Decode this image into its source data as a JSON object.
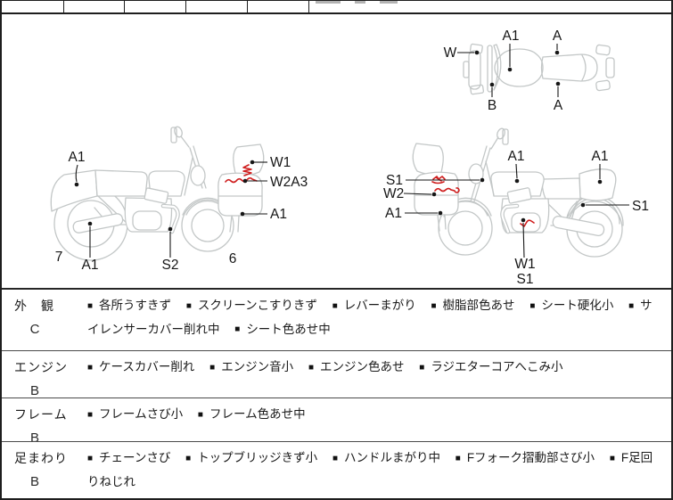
{
  "sheet": {
    "type_hint": "motorcycle condition report",
    "colors": {
      "line_art": "#c3c7c7",
      "label_text": "#161616",
      "damage_marks": "#cf1d1d",
      "borders": "#1e1e1e"
    }
  },
  "diagram": {
    "top_view": {
      "w": "W",
      "a1_tank": "A1",
      "a_seat_top": "A",
      "b_front": "B",
      "a_seat_bottom": "A"
    },
    "left_view": {
      "a1_rear_cowl": "A1",
      "num_7": "7",
      "a1_muffler": "A1",
      "s2_engine": "S2",
      "num_6": "6",
      "w1_screen": "W1",
      "w2a3_screen": "W2A3",
      "a1_front_cowl": "A1"
    },
    "right_view": {
      "s1_screen": "S1",
      "w2_cowl": "W2",
      "a1_front_cowl": "A1",
      "a1_tank": "A1",
      "a1_rear_cowl": "A1",
      "s1_rear": "S1",
      "w1_engine": "W1",
      "s1_engine": "S1"
    }
  },
  "condition_rows": [
    {
      "category": "外　観",
      "grade": "C",
      "items": [
        "各所うすきず",
        "スクリーンこすりきず",
        "レバーまがり",
        "樹脂部色あせ",
        "シート硬化小",
        "サイレンサーカバー削れ中",
        "シート色あせ中"
      ]
    },
    {
      "category": "エンジン",
      "grade": "B",
      "items": [
        "ケースカバー削れ",
        "エンジン音小",
        "エンジン色あせ",
        "ラジエターコアへこみ小"
      ]
    },
    {
      "category": "フレーム",
      "grade": "B",
      "items": [
        "フレームさび小",
        "フレーム色あせ中"
      ]
    },
    {
      "category": "足まわり",
      "grade": "B",
      "items": [
        "チェーンさび",
        "トップブリッジきず小",
        "ハンドルまがり中",
        "Fフォーク摺動部さび小",
        "F足回りねじれ"
      ]
    }
  ]
}
